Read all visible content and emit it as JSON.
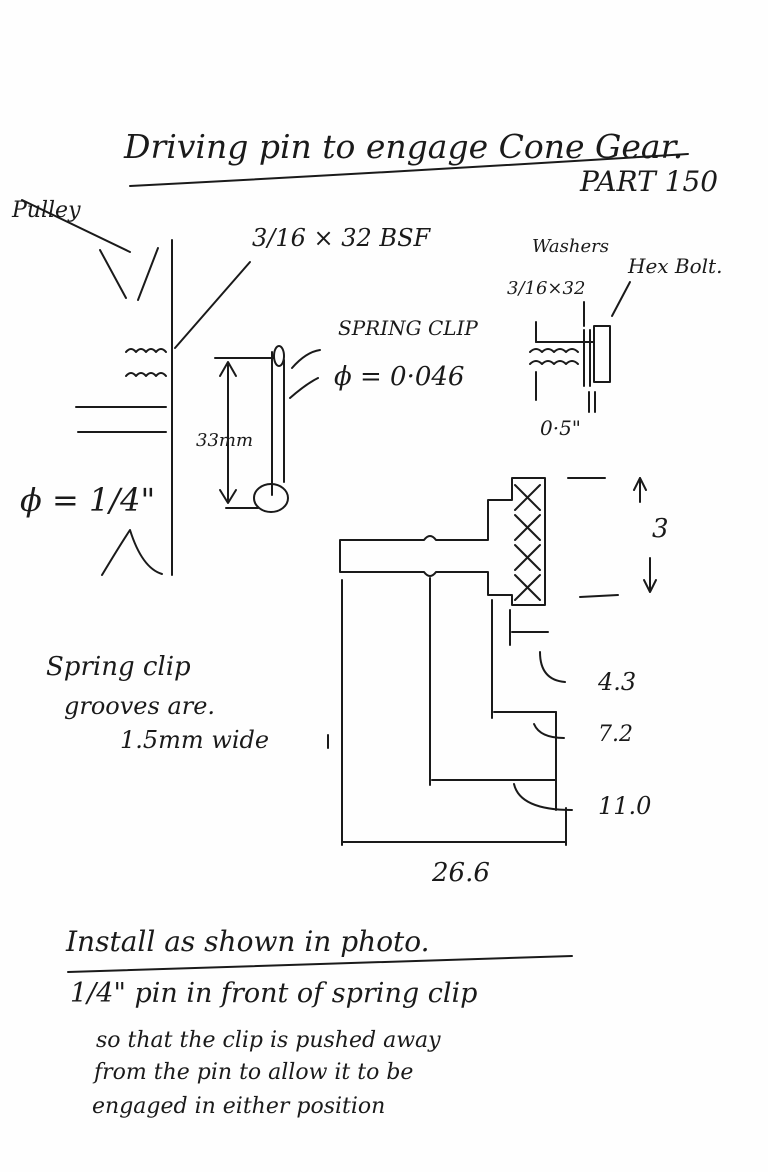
{
  "title": "Driving pin to engage Cone Gear.",
  "part_number": "PART 150",
  "labels": {
    "pulley": "Pulley",
    "thread": "3/16 × 32 BSF",
    "washers": "Washers",
    "hex_bolt": "Hex Bolt.",
    "bolt_thread": "3/16×32",
    "spring_clip": "SPRING CLIP",
    "spring_clip_dia": "ϕ = 0·046",
    "length_33": "33mm",
    "bolt_len": "0·5\"",
    "pin_dia": "ϕ = 1/4\""
  },
  "dimensions": {
    "d3": "3",
    "d43": "4.3",
    "d72": "7.2",
    "d110": "11.0",
    "d266": "26.6"
  },
  "note_grooves": [
    "Spring clip",
    "grooves are.",
    "1.5mm wide"
  ],
  "instructions": [
    "Install as shown in photo.",
    "1/4\" pin in front of spring clip",
    "so that the clip is pushed away",
    "from the pin to allow it to be",
    "engaged in either position"
  ]
}
